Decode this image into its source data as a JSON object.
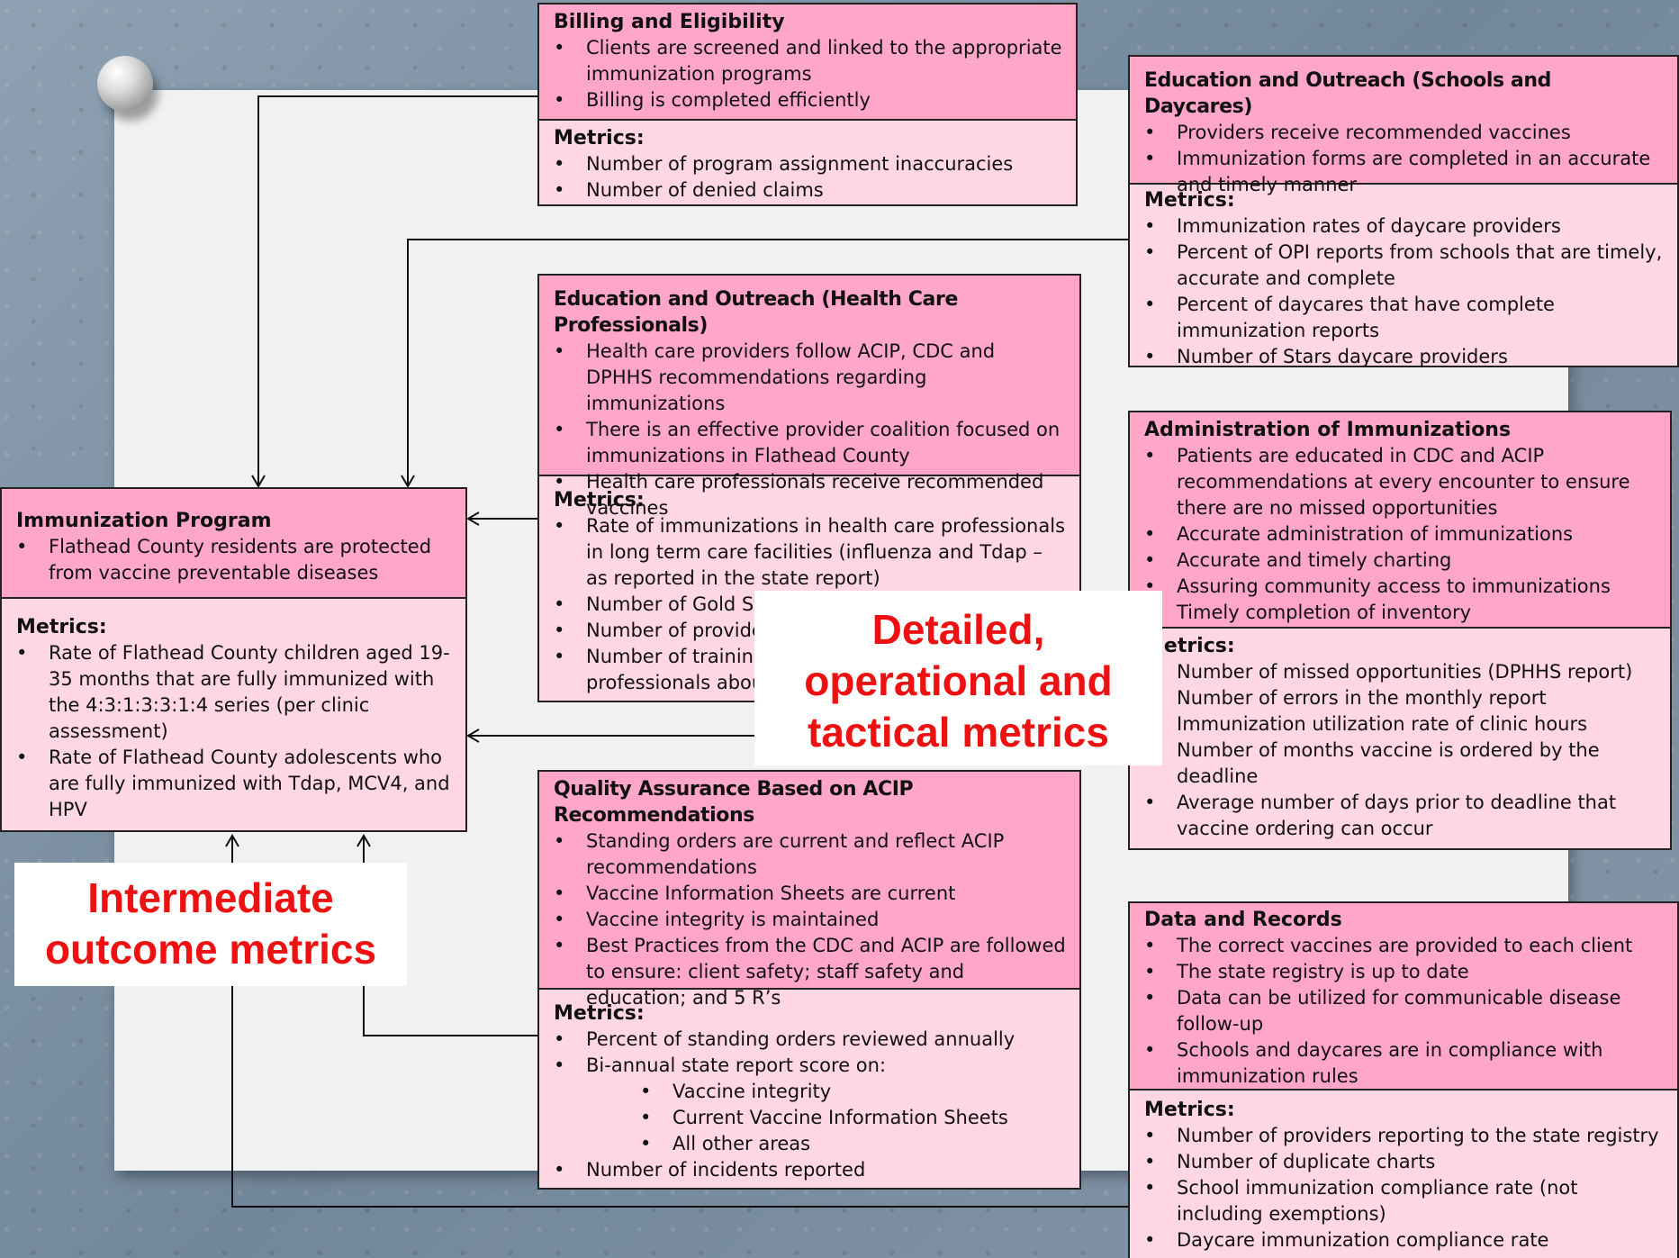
{
  "program": {
    "title": "Immunization Program",
    "items": [
      "Flathead County residents are protected from vaccine preventable diseases"
    ],
    "metrics_label": "Metrics:",
    "metrics": [
      "Rate of Flathead County children aged 19-35 months that are fully immunized with the 4:3:1:3:3:1:4 series (per clinic assessment)",
      "Rate of Flathead County adolescents who are fully immunized with Tdap, MCV4, and HPV"
    ]
  },
  "billing": {
    "title": "Billing and Eligibility",
    "items": [
      "Clients are screened and linked to the appropriate immunization programs",
      "Billing is completed efficiently"
    ],
    "metrics_label": "Metrics:",
    "metrics": [
      "Number of program assignment inaccuracies",
      "Number of denied claims"
    ]
  },
  "hcp": {
    "title": "Education and Outreach (Health Care Professionals)",
    "items": [
      "Health care providers follow ACIP, CDC and DPHHS recommendations regarding immunizations",
      "There is an effective provider coalition focused on immunizations in Flathead County",
      "Health care professionals receive recommended vaccines"
    ],
    "metrics_label": "Metrics:",
    "metrics": [
      "Rate of immunizations in health care professionals in long term care facilities (influenza and Tdap – as reported in the state report)",
      "Number of Gold St",
      "Number of provide",
      "Number of training professionals abou"
    ]
  },
  "qa": {
    "title": "Quality Assurance Based on ACIP Recommendations",
    "items": [
      "Standing orders are current and reflect ACIP recommendations",
      "Vaccine Information Sheets are current",
      "Vaccine integrity is maintained",
      "Best Practices from the CDC and ACIP are followed to ensure: client safety; staff safety and education; and 5 R’s"
    ],
    "metrics_label": "Metrics:",
    "metrics": [
      "Percent of standing orders reviewed annually",
      "Bi-annual state report score on:"
    ],
    "sub_metrics": [
      "Vaccine integrity",
      "Current Vaccine Information Sheets",
      "All other areas"
    ],
    "metrics_after": [
      "Number of incidents reported"
    ]
  },
  "schools": {
    "title": "Education and Outreach (Schools and Daycares)",
    "items": [
      "Providers receive recommended vaccines",
      "Immunization forms are completed in an accurate and timely manner"
    ],
    "metrics_label": "Metrics:",
    "metrics": [
      "Immunization rates of daycare providers",
      "Percent of OPI reports from schools that are timely, accurate and complete",
      "Percent of daycares that have complete immunization reports",
      "Number of Stars daycare providers"
    ]
  },
  "admin": {
    "title": "Administration of Immunizations",
    "items": [
      "Patients are educated in CDC and ACIP recommendations at every encounter to ensure there are no missed opportunities",
      "Accurate administration of immunizations",
      "Accurate and timely charting",
      "Assuring community access to immunizations",
      "Timely completion of inventory"
    ],
    "metrics_label": "Metrics:",
    "metrics": [
      "Number of missed opportunities (DPHHS report)",
      "Number of errors in the monthly report",
      "Immunization utilization rate of clinic hours",
      "Number of months vaccine is ordered by the deadline",
      "Average number of days prior to deadline that vaccine ordering can occur"
    ]
  },
  "records": {
    "title": "Data and Records",
    "items": [
      "The correct vaccines are provided to each client",
      "The state registry is up to date",
      "Data can be utilized for communicable disease follow-up",
      "Schools and daycares are in compliance with immunization rules"
    ],
    "metrics_label": "Metrics:",
    "metrics": [
      "Number of providers reporting to the state registry",
      "Number of duplicate charts",
      "School immunization compliance rate (not including exemptions)",
      "Daycare immunization compliance rate"
    ]
  },
  "callouts": {
    "detailed": [
      "Detailed,",
      "operational and",
      "tactical metrics"
    ],
    "intermediate": [
      "Intermediate",
      "outcome metrics"
    ]
  }
}
